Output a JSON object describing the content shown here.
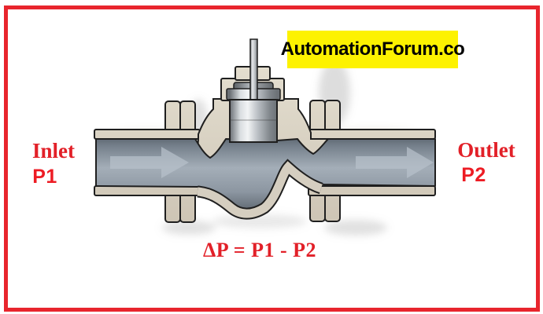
{
  "page": {
    "background": "#ffffff",
    "frame_border_color": "#e8252d"
  },
  "brand": {
    "text": "AutomationForum.co",
    "background": "#fdf200",
    "text_color": "#000000"
  },
  "labels": {
    "inlet": "Inlet",
    "inlet_pressure": "P1",
    "outlet": "Outlet",
    "outlet_pressure": "P2",
    "formula": "ΔP = P1 - P2",
    "serif_text_color": "#e22028",
    "sans_text_color": "#ed1c24"
  },
  "diagram": {
    "subject": "control-valve-cutaway-cross-section",
    "colors": {
      "valve_body_beige_light": "#e2dccf",
      "valve_body_beige_dark": "#cdc4b4",
      "fluid_gray_dark": "#4e5761",
      "fluid_gray_light": "#a4aeb8",
      "outline": "#1f1f1f",
      "flow_arrow": "#b7c1cb",
      "metal_light": "#f2f4f5",
      "metal_dark": "#6b7075"
    }
  }
}
